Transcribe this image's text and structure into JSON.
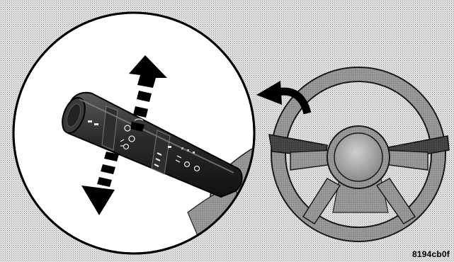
{
  "figure": {
    "code": "8194cb0f"
  },
  "icons": {
    "magnified_view": "circle-inset",
    "stalk": "multifunction-lever",
    "up_arrow": "dashed-arrow-up",
    "down_arrow": "dashed-arrow-down",
    "pointer": "curved-arrow",
    "wheel": "steering-wheel"
  }
}
